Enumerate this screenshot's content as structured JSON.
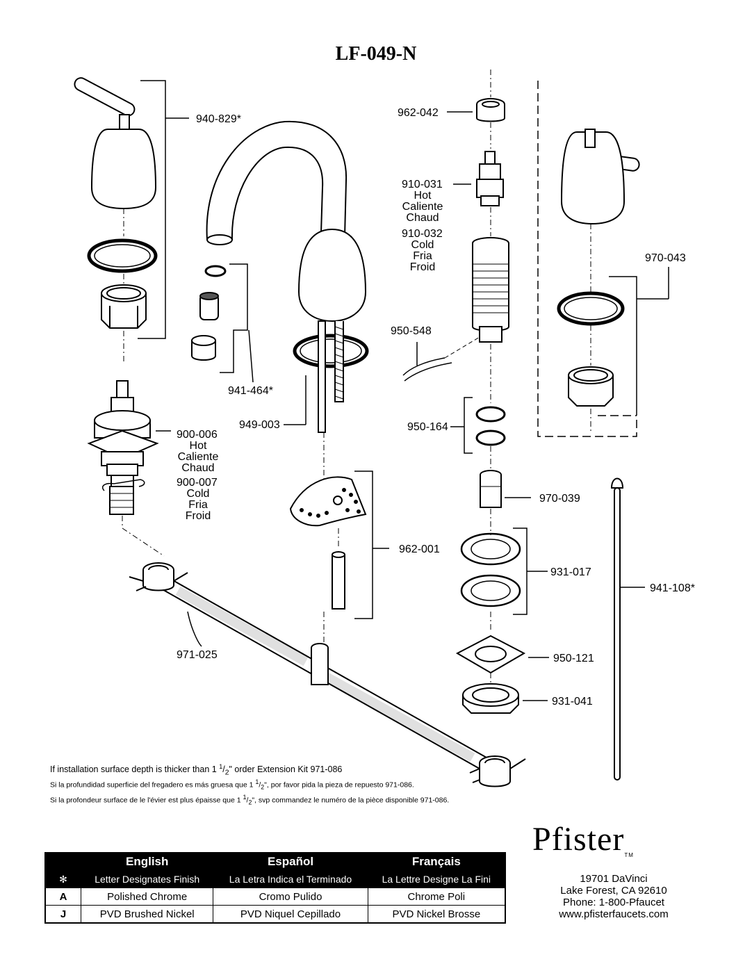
{
  "title": "LF-049-N",
  "parts": [
    {
      "num": "940-829*"
    },
    {
      "num": "962-042"
    },
    {
      "num": "910-031",
      "desc": [
        "Hot",
        "Caliente",
        "Chaud"
      ]
    },
    {
      "num": "910-032",
      "desc": [
        "Cold",
        "Fria",
        "Froid"
      ]
    },
    {
      "num": "970-043"
    },
    {
      "num": "950-548"
    },
    {
      "num": "941-464*"
    },
    {
      "num": "949-003"
    },
    {
      "num": "950-164"
    },
    {
      "num": "900-006",
      "desc": [
        "Hot",
        "Caliente",
        "Chaud"
      ]
    },
    {
      "num": "900-007",
      "desc": [
        "Cold",
        "Fria",
        "Froid"
      ]
    },
    {
      "num": "970-039"
    },
    {
      "num": "962-001"
    },
    {
      "num": "931-017"
    },
    {
      "num": "941-108*"
    },
    {
      "num": "971-025"
    },
    {
      "num": "950-121"
    },
    {
      "num": "931-041"
    }
  ],
  "notes": {
    "en": {
      "pre": "If installation surface depth is thicker than 1 ",
      "frac_num": "1",
      "frac_den": "2",
      "post": "\" order Extension Kit 971-086"
    },
    "es": {
      "pre": "Si la profundidad superficie del fregadero es más gruesa que 1 ",
      "frac_num": "1",
      "frac_den": "2",
      "post": "\", por favor pida la pieza de repuesto 971-086."
    },
    "fr": {
      "pre": "Si la profondeur surface de le l'évier est plus épaisse que 1 ",
      "frac_num": "1",
      "frac_den": "2",
      "post": "\", svp commandez le numéro de la pièce disponible 971-086."
    }
  },
  "finish_table": {
    "languages": [
      "English",
      "Español",
      "Français"
    ],
    "symbol": "✻",
    "subheaders": [
      "Letter Designates Finish",
      "La Letra Indica el Terminado",
      "La Lettre Designe La Fini"
    ],
    "rows": [
      {
        "code": "A",
        "en": "Polished Chrome",
        "es": "Cromo Pulido",
        "fr": "Chrome Poli"
      },
      {
        "code": "J",
        "en": "PVD Brushed Nickel",
        "es": "PVD Niquel Cepillado",
        "fr": "PVD Nickel Brosse"
      }
    ]
  },
  "brand": {
    "name": "Pfister",
    "tm": "TM"
  },
  "address": {
    "street": "19701 DaVinci",
    "city": "Lake Forest, CA 92610",
    "phone": "Phone: 1-800-Pfaucet",
    "web": "www.pfisterfaucets.com"
  }
}
